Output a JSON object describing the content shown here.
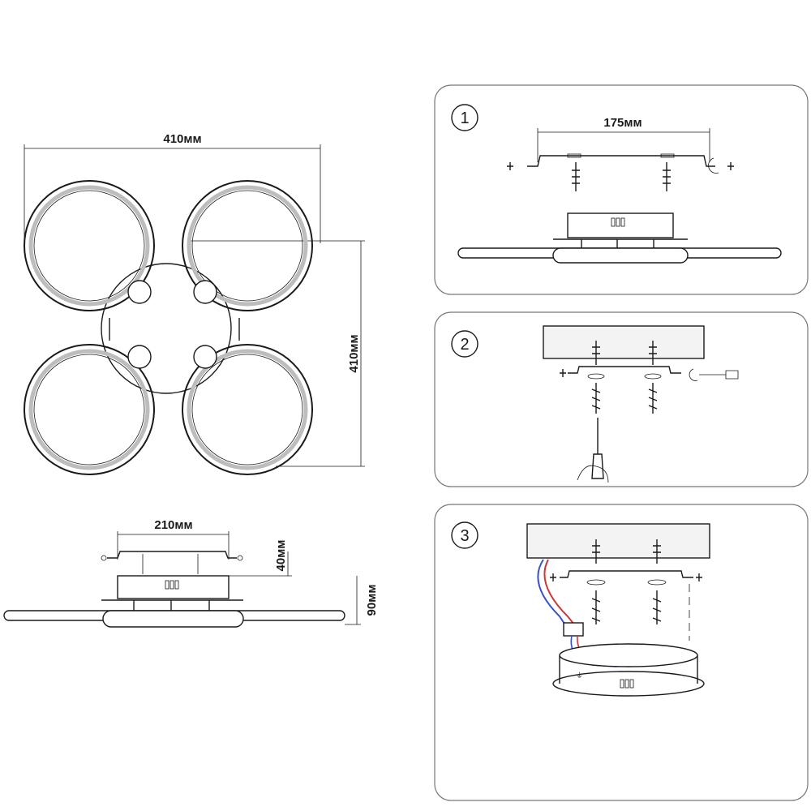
{
  "top_view": {
    "width_label": "410мм",
    "height_label": "410мм"
  },
  "side_view": {
    "mount_width_label": "210мм",
    "mount_height_label": "40мм",
    "total_height_label": "90мм"
  },
  "steps": [
    {
      "number": "1",
      "label": "175мм"
    },
    {
      "number": "2"
    },
    {
      "number": "3"
    }
  ]
}
